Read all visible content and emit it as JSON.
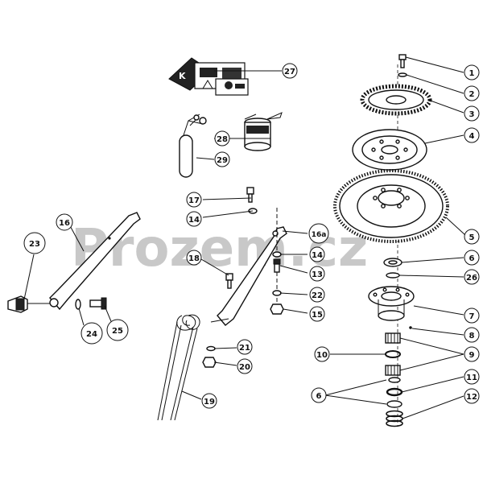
{
  "watermark": "Prozem.cz",
  "callouts": {
    "c1": "1",
    "c2": "2",
    "c3": "3",
    "c4": "4",
    "c5": "5",
    "c6": "6",
    "c7": "7",
    "c8": "8",
    "c9": "9",
    "c10": "10",
    "c11": "11",
    "c12": "12",
    "c13": "13",
    "c14": "14",
    "c15": "15",
    "c16": "16",
    "c16a": "16a",
    "c17": "17",
    "c18": "18",
    "c19": "19",
    "c20": "20",
    "c21": "21",
    "c22": "22",
    "c23": "23",
    "c24": "24",
    "c25": "25",
    "c26": "26",
    "c27": "27",
    "c28": "28",
    "c29": "29"
  },
  "decal_text": "K"
}
